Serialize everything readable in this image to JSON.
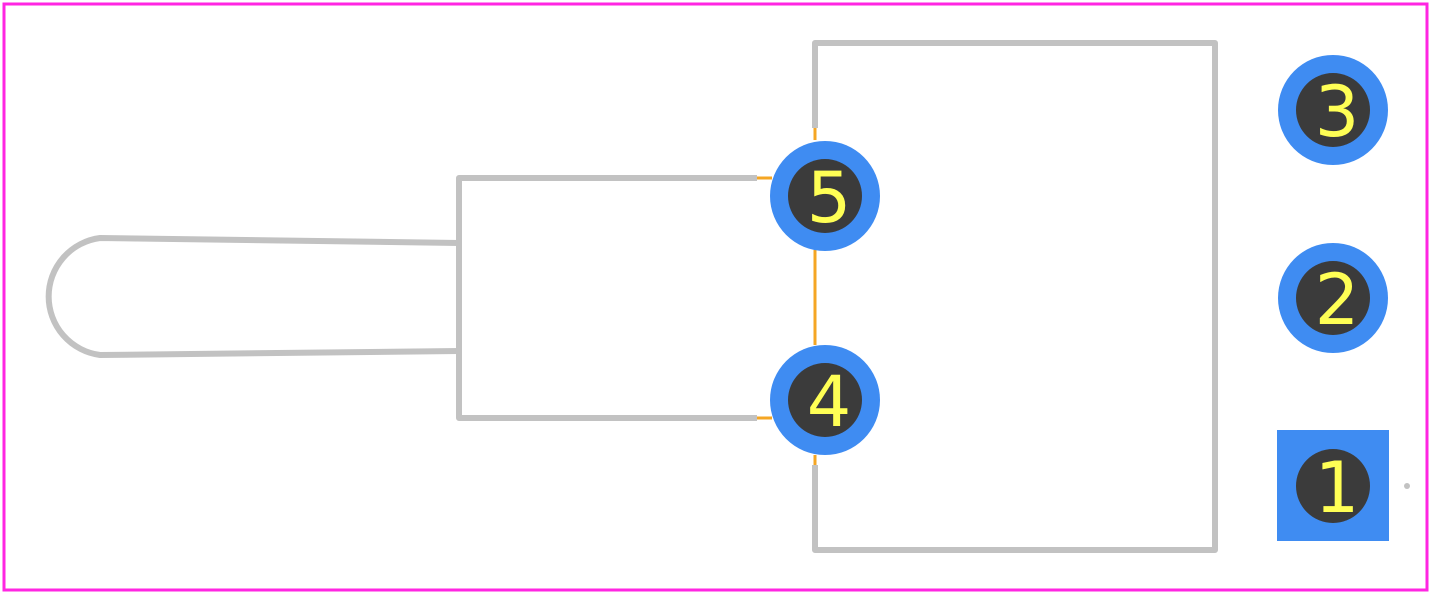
{
  "colors": {
    "background": "#ffffff",
    "board_outline": "#ff26e2",
    "silkscreen": "#c2c2c2",
    "pad_copper": "#3f8cf2",
    "pad_hole": "#3b3b3b",
    "pad_label": "#ffff55",
    "courtyard": "#f5a623"
  },
  "pads": [
    {
      "id": "pad-1",
      "label": "1",
      "shape": "square"
    },
    {
      "id": "pad-2",
      "label": "2",
      "shape": "round"
    },
    {
      "id": "pad-3",
      "label": "3",
      "shape": "round"
    },
    {
      "id": "pad-4",
      "label": "4",
      "shape": "round"
    },
    {
      "id": "pad-5",
      "label": "5",
      "shape": "round"
    }
  ]
}
